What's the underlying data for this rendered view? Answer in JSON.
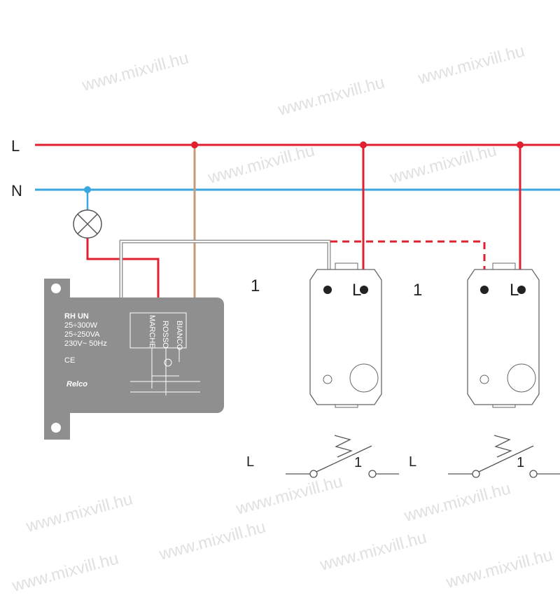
{
  "lines": {
    "phase_label": "L",
    "neutral_label": "N"
  },
  "colors": {
    "phase": "#e0202e",
    "neutral": "#3aa8e0",
    "brown": "#c49a7a",
    "module": "#8f8f8f",
    "outline": "#666666"
  },
  "module": {
    "model": "RH UN",
    "rating_lamp": "25÷300W",
    "rating_transformer": "25÷250VA",
    "supply": "230V~ 50Hz",
    "ce_mark": "CE",
    "terminal_labels": [
      "MARCHE",
      "ROSSO",
      "BIANCO"
    ],
    "brand_logo": "Relco"
  },
  "switches": [
    {
      "terminal_label": "L",
      "output_label": "1"
    },
    {
      "terminal_label": "L",
      "output_label": "1"
    }
  ],
  "symbols": [
    {
      "input_label": "L",
      "output_label": "1"
    },
    {
      "input_label": "L",
      "output_label": "1"
    }
  ],
  "watermark": "www.mixvill.hu"
}
